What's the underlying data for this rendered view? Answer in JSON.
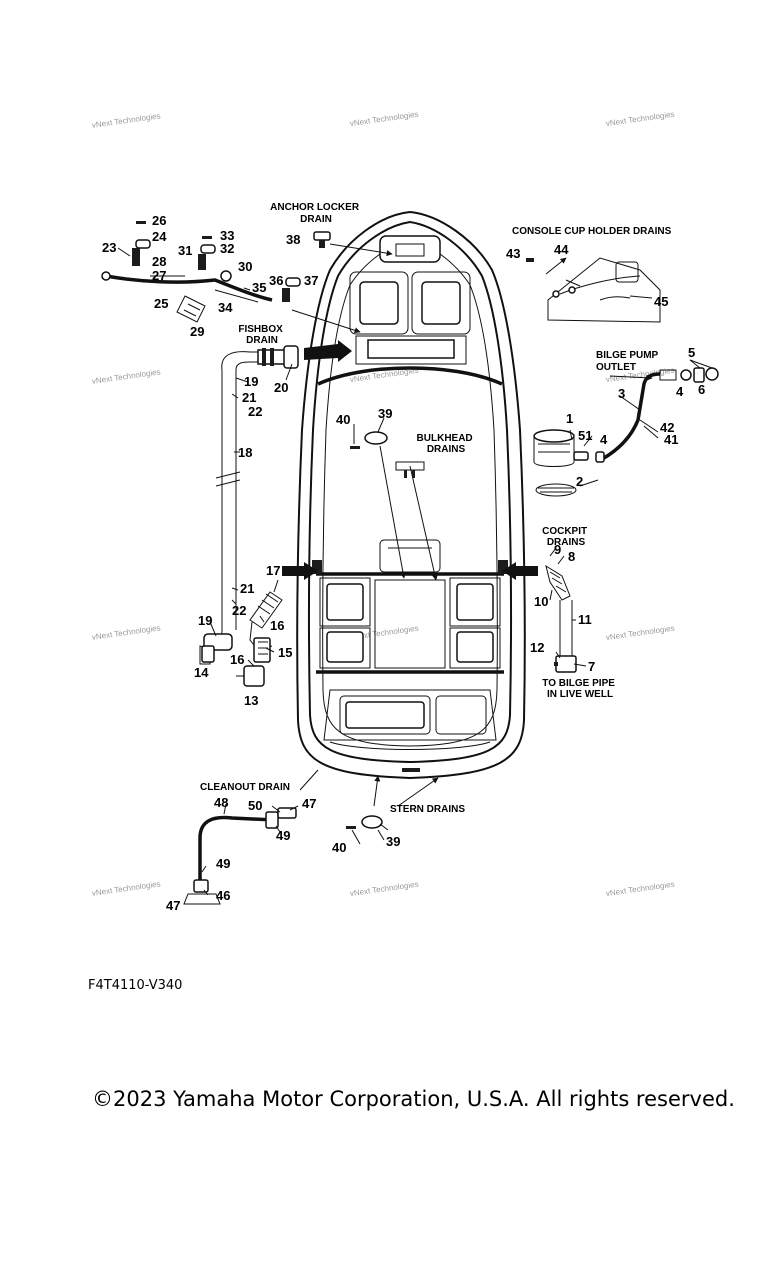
{
  "watermark": "vNext Technologies",
  "callouts": {
    "anchor_locker": "ANCHOR LOCKER\nDRAIN",
    "console_cup": "CONSOLE CUP HOLDER DRAINS",
    "fishbox": "FISHBOX\nDRAIN",
    "bilge_pump": "BILGE PUMP\nOUTLET",
    "bulkhead": "BULKHEAD\nDRAINS",
    "cockpit": "COCKPIT\nDRAINS",
    "bilge_pipe": "TO BILGE PIPE\nIN LIVE WELL",
    "cleanout": "CLEANOUT DRAIN",
    "stern": "STERN DRAINS"
  },
  "part_numbers": {
    "p26": "26",
    "p24": "24",
    "p23": "23",
    "p33": "33",
    "p32": "32",
    "p31": "31",
    "p30": "30",
    "p28": "28",
    "p27": "27",
    "p36": "36",
    "p37": "37",
    "p35": "35",
    "p25": "25",
    "p34": "34",
    "p29": "29",
    "p38": "38",
    "p43": "43",
    "p44": "44",
    "p45": "45",
    "p19a": "19",
    "p20": "20",
    "p21a": "21",
    "p22a": "22",
    "p5": "5",
    "p3": "3",
    "p4a": "4",
    "p6": "6",
    "p18": "18",
    "p40a": "40",
    "p39a": "39",
    "p1": "1",
    "p51": "51",
    "p4b": "4",
    "p42": "42",
    "p41": "41",
    "p2": "2",
    "p9": "9",
    "p8": "8",
    "p10": "10",
    "p11": "11",
    "p17": "17",
    "p21b": "21",
    "p22b": "22",
    "p16a": "16",
    "p19b": "19",
    "p14": "14",
    "p15": "15",
    "p16b": "16",
    "p13": "13",
    "p12": "12",
    "p7": "7",
    "p48": "48",
    "p50": "50",
    "p47a": "47",
    "p49a": "49",
    "p49b": "49",
    "p46": "46",
    "p47b": "47",
    "p40b": "40",
    "p39b": "39"
  },
  "part_code": "F4T4110-V340",
  "copyright": "©2023 Yamaha Motor Corporation, U.S.A. All rights reserved."
}
